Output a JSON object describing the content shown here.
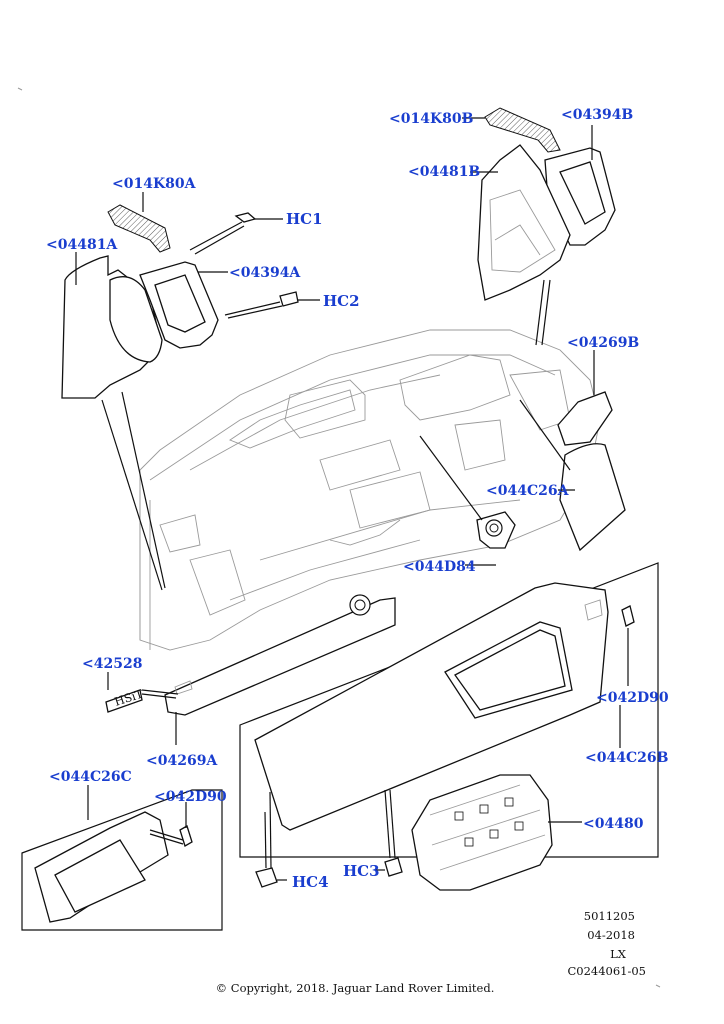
{
  "labels": {
    "part_014K80A": "<014K80A",
    "part_04481A": "<04481A",
    "part_04394A": "<04394A",
    "part_HC1": "HC1",
    "part_HC2": "HC2",
    "part_014K80B": "<014K80B",
    "part_04394B": "<04394B",
    "part_04481B": "<04481B",
    "part_04269B": "<04269B",
    "part_044C26A": "<044C26A",
    "part_044D84": "<044D84",
    "part_42528": "<42528",
    "part_04269A": "<04269A",
    "part_042D90_right": "<042D90",
    "part_044C26B": "<044C26B",
    "part_044C26C": "<044C26C",
    "part_042D90_left": "<042D90",
    "part_04480": "<04480",
    "part_HC3": "HC3",
    "part_HC4": "HC4"
  },
  "badge_text": "HSiT",
  "meta": {
    "ref_number": "5011205",
    "date": "04-2018",
    "model": "LX",
    "illustration_code": "C0244061-05"
  },
  "copyright": "© Copyright, 2018. Jaguar Land Rover Limited.",
  "colors": {
    "label_blue": "#1a3ecf",
    "line": "#111111",
    "ghost": "#9a9a9a"
  }
}
